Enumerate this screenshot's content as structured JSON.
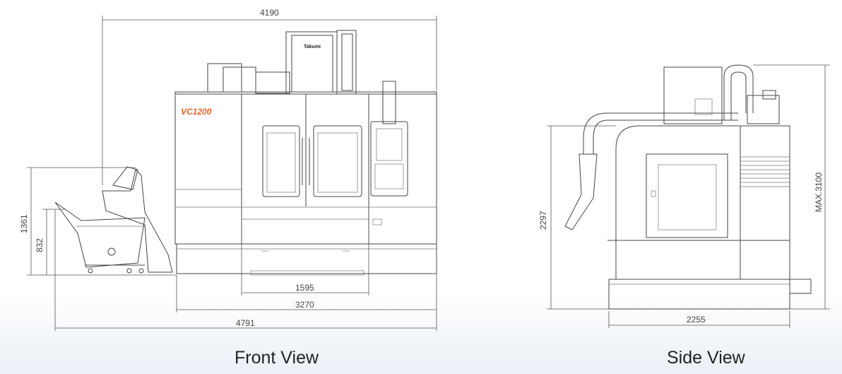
{
  "views": {
    "front": {
      "caption": "Front View"
    },
    "side": {
      "caption": "Side View"
    }
  },
  "machine": {
    "model_label": "VC1200",
    "brand_label": "Takumi"
  },
  "dimensions": {
    "front_width_top": "4190",
    "front_height_total": "1361",
    "front_height_conveyor": "832",
    "front_door_span": "1595",
    "front_base_width": "3270",
    "front_overall_width": "4791",
    "side_height": "2297",
    "side_max_height": "MAX.3100",
    "side_depth": "2255"
  },
  "colors": {
    "model_label": "#e8632a",
    "line": "#444444"
  }
}
